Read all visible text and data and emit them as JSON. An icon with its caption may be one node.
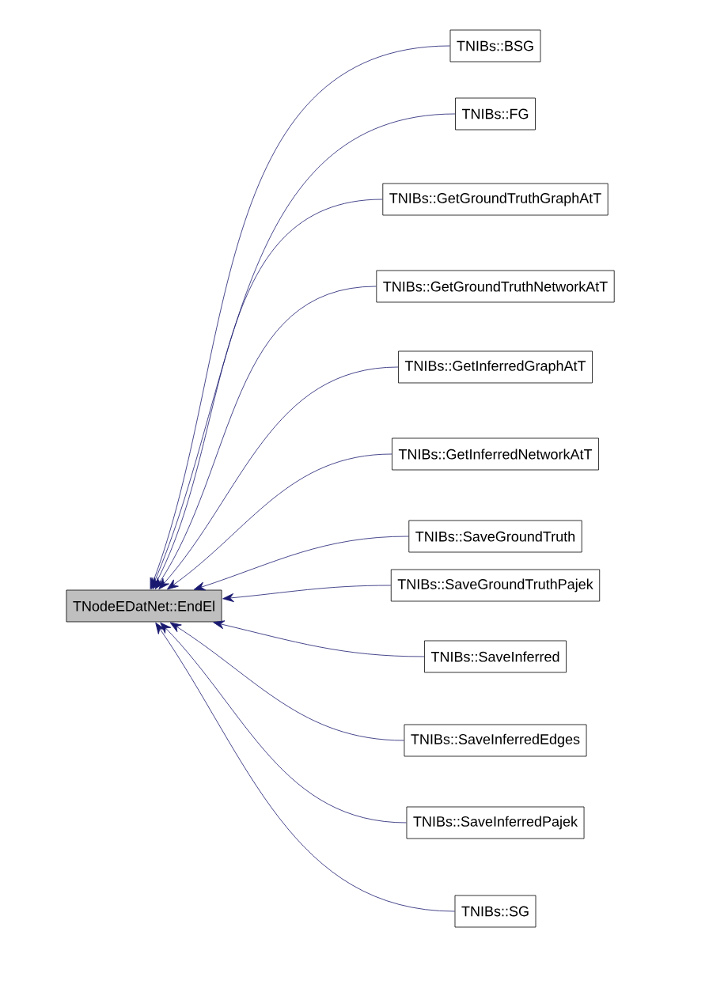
{
  "diagram": {
    "nodes": [
      {
        "text": [
          "TNodeEDatNet::EndEl"
        ]
      },
      {
        "text": [
          "TNIBs::BSG"
        ]
      },
      {
        "text": [
          "TNIBs::FG"
        ]
      },
      {
        "text": [
          "TNIBs::GetGroundTruthGraphAtT"
        ]
      },
      {
        "text": [
          "TNIBs::GetGroundTruthNetworkAtT"
        ]
      },
      {
        "text": [
          "TNIBs::GetInferredGraphAtT"
        ]
      },
      {
        "text": [
          "TNIBs::GetInferredNetworkAtT"
        ]
      },
      {
        "text": [
          "TNIBs::SaveGroundTruth"
        ]
      },
      {
        "text": [
          "TNIBs::SaveGroundTruthPajek"
        ]
      },
      {
        "text": [
          "TNIBs::SaveInferred"
        ]
      },
      {
        "text": [
          "TNIBs::SaveInferredEdges"
        ]
      },
      {
        "text": [
          "TNIBs::SaveInferredPajek"
        ]
      },
      {
        "text": [
          "TNIBs::SG"
        ]
      }
    ],
    "edges": [
      {
        "from": 1,
        "to": 0,
        "arrow": "to"
      },
      {
        "from": 2,
        "to": 0,
        "arrow": "to"
      },
      {
        "from": 3,
        "to": 0,
        "arrow": "to"
      },
      {
        "from": 4,
        "to": 0,
        "arrow": "to"
      },
      {
        "from": 5,
        "to": 0,
        "arrow": "to"
      },
      {
        "from": 6,
        "to": 0,
        "arrow": "to"
      },
      {
        "from": 7,
        "to": 0,
        "arrow": "to"
      },
      {
        "from": 8,
        "to": 0,
        "arrow": "to"
      },
      {
        "from": 9,
        "to": 0,
        "arrow": "to"
      },
      {
        "from": 10,
        "to": 0,
        "arrow": "to"
      },
      {
        "from": 11,
        "to": 0,
        "arrow": "to"
      },
      {
        "from": 12,
        "to": 0,
        "arrow": "to"
      }
    ]
  }
}
